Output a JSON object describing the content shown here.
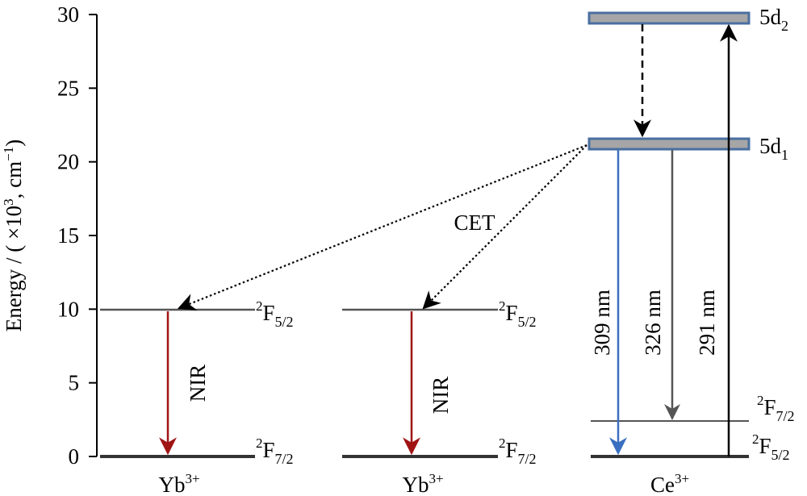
{
  "axis": {
    "label_main": "Energy / (",
    "label_times": " ×10",
    "label_exp1": "3",
    "label_mid": ", cm",
    "label_exp2": "−1",
    "label_close": ")",
    "ticks": [
      "0",
      "5",
      "10",
      "15",
      "20",
      "25",
      "30"
    ]
  },
  "ions": {
    "yb1": {
      "upper_prefix": "2",
      "upper_main": "F",
      "upper_sub": "5/2",
      "lower_prefix": "2",
      "lower_main": "F",
      "lower_sub": "7/2",
      "transition": "NIR",
      "ion_main": "Yb",
      "ion_sup": "3+"
    },
    "yb2": {
      "upper_prefix": "2",
      "upper_main": "F",
      "upper_sub": "5/2",
      "lower_prefix": "2",
      "lower_main": "F",
      "lower_sub": "7/2",
      "transition": "NIR",
      "ion_main": "Yb",
      "ion_sup": "3+"
    },
    "ce": {
      "d2_main": "5d",
      "d2_sub": "2",
      "d1_main": "5d",
      "d1_sub": "1",
      "f72_prefix": "2",
      "f72_main": "F",
      "f72_sub": "7/2",
      "f52_prefix": "2",
      "f52_main": "F",
      "f52_sub": "5/2",
      "emission1": "309 nm",
      "emission2": "326 nm",
      "excitation": "291 nm",
      "ion_main": "Ce",
      "ion_sup": "3+"
    }
  },
  "transfer_label": "CET",
  "colors": {
    "level_line": "#555555",
    "ground_line": "#333333",
    "excited_fill": "#a6a6a6",
    "excited_border": "#4a6fa0",
    "nir_arrow": "#a01414",
    "emission_309": "#3a6fc0",
    "emission_326": "#555555",
    "excitation": "#000000"
  }
}
